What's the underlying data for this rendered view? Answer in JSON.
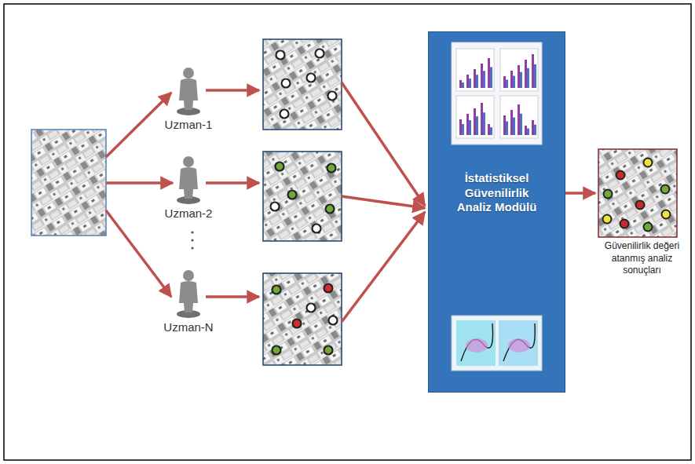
{
  "diagram": {
    "nodes": [
      {
        "text": [
          "Uzman-1"
        ]
      },
      {
        "text": [
          "Uzman-2"
        ]
      },
      {
        "text": [
          "Uzman-N"
        ]
      },
      {
        "text": [
          "İstatistiksel Güvenilirlik Analiz Modülü"
        ]
      },
      {
        "text": [
          "Güvenilirlik değeri atanmış analiz sonuçları"
        ]
      }
    ],
    "edges": [
      {
        "from": 3,
        "to": 4,
        "arrow": "to"
      }
    ]
  }
}
